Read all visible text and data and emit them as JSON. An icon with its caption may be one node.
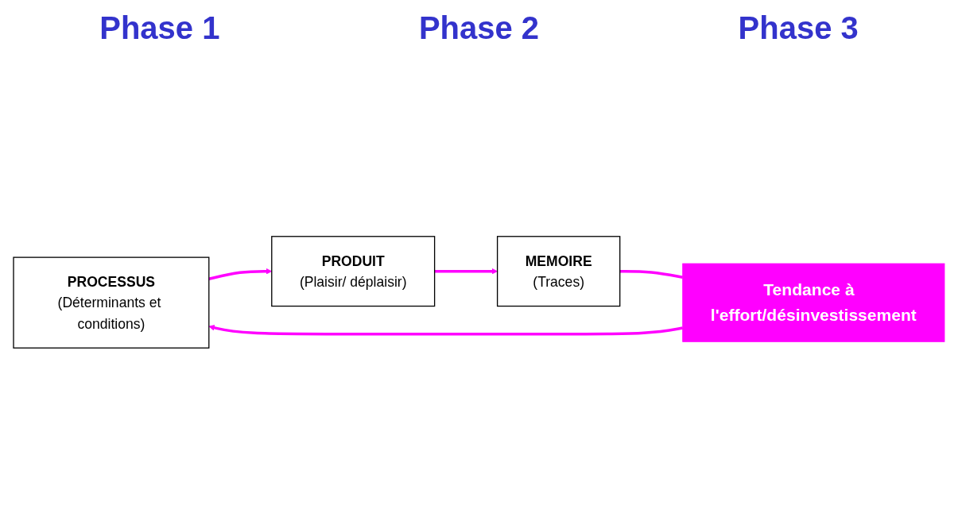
{
  "diagram": {
    "nodes": [
      {
        "text": [
          "PROCESSUS",
          "(Déterminants et conditions)"
        ]
      },
      {
        "text": [
          "PRODUIT",
          "(Plaisir/ déplaisir)"
        ]
      },
      {
        "text": [
          "MEMOIRE",
          "(Traces)"
        ]
      },
      {
        "text": [
          "Tendance à  l'effort/désinvestissement"
        ]
      }
    ],
    "edges": [
      {
        "from": 0,
        "to": 1,
        "arrow": "to"
      },
      {
        "from": 1,
        "to": 2,
        "arrow": "to"
      },
      {
        "from": 2,
        "to": 3,
        "arrow": "none"
      },
      {
        "from": 3,
        "to": 0,
        "arrow": "to"
      }
    ],
    "labels": [
      "Phase 1",
      "Phase 2",
      "Phase 3"
    ]
  }
}
